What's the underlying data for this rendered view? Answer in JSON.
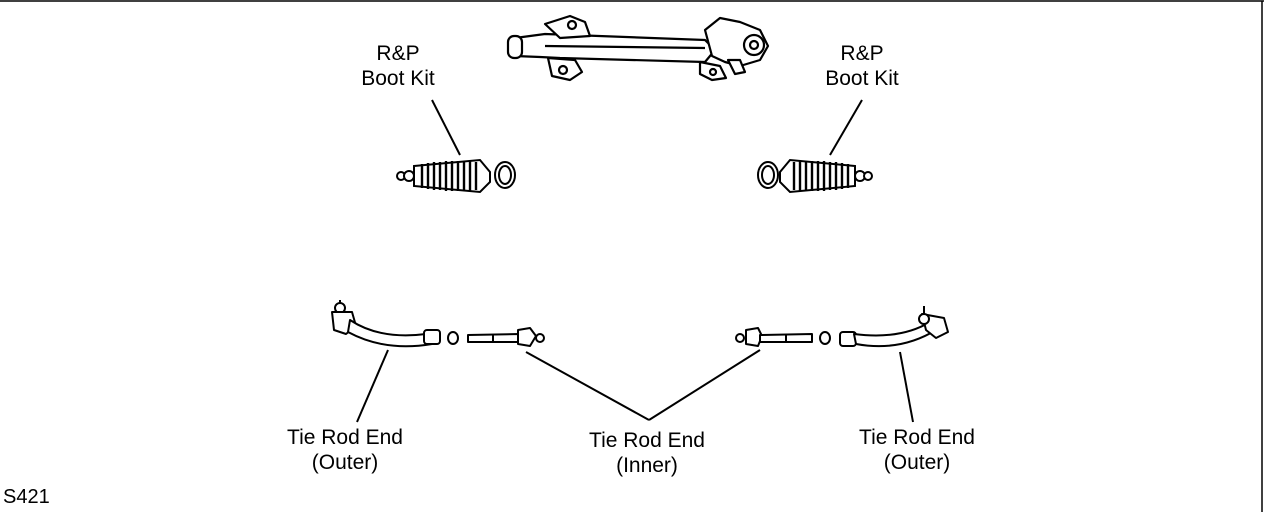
{
  "labels": {
    "boot_left": {
      "line1": "R&P",
      "line2": "Boot Kit"
    },
    "boot_right": {
      "line1": "R&P",
      "line2": "Boot Kit"
    },
    "tie_left": {
      "line1": "Tie Rod End",
      "line2": "(Outer)"
    },
    "tie_center": {
      "line1": "Tie Rod End",
      "line2": "(Inner)"
    },
    "tie_right": {
      "line1": "Tie Rod End",
      "line2": "(Outer)"
    }
  },
  "figure_code": "S421",
  "colors": {
    "ink": "#000000",
    "background": "#ffffff"
  }
}
